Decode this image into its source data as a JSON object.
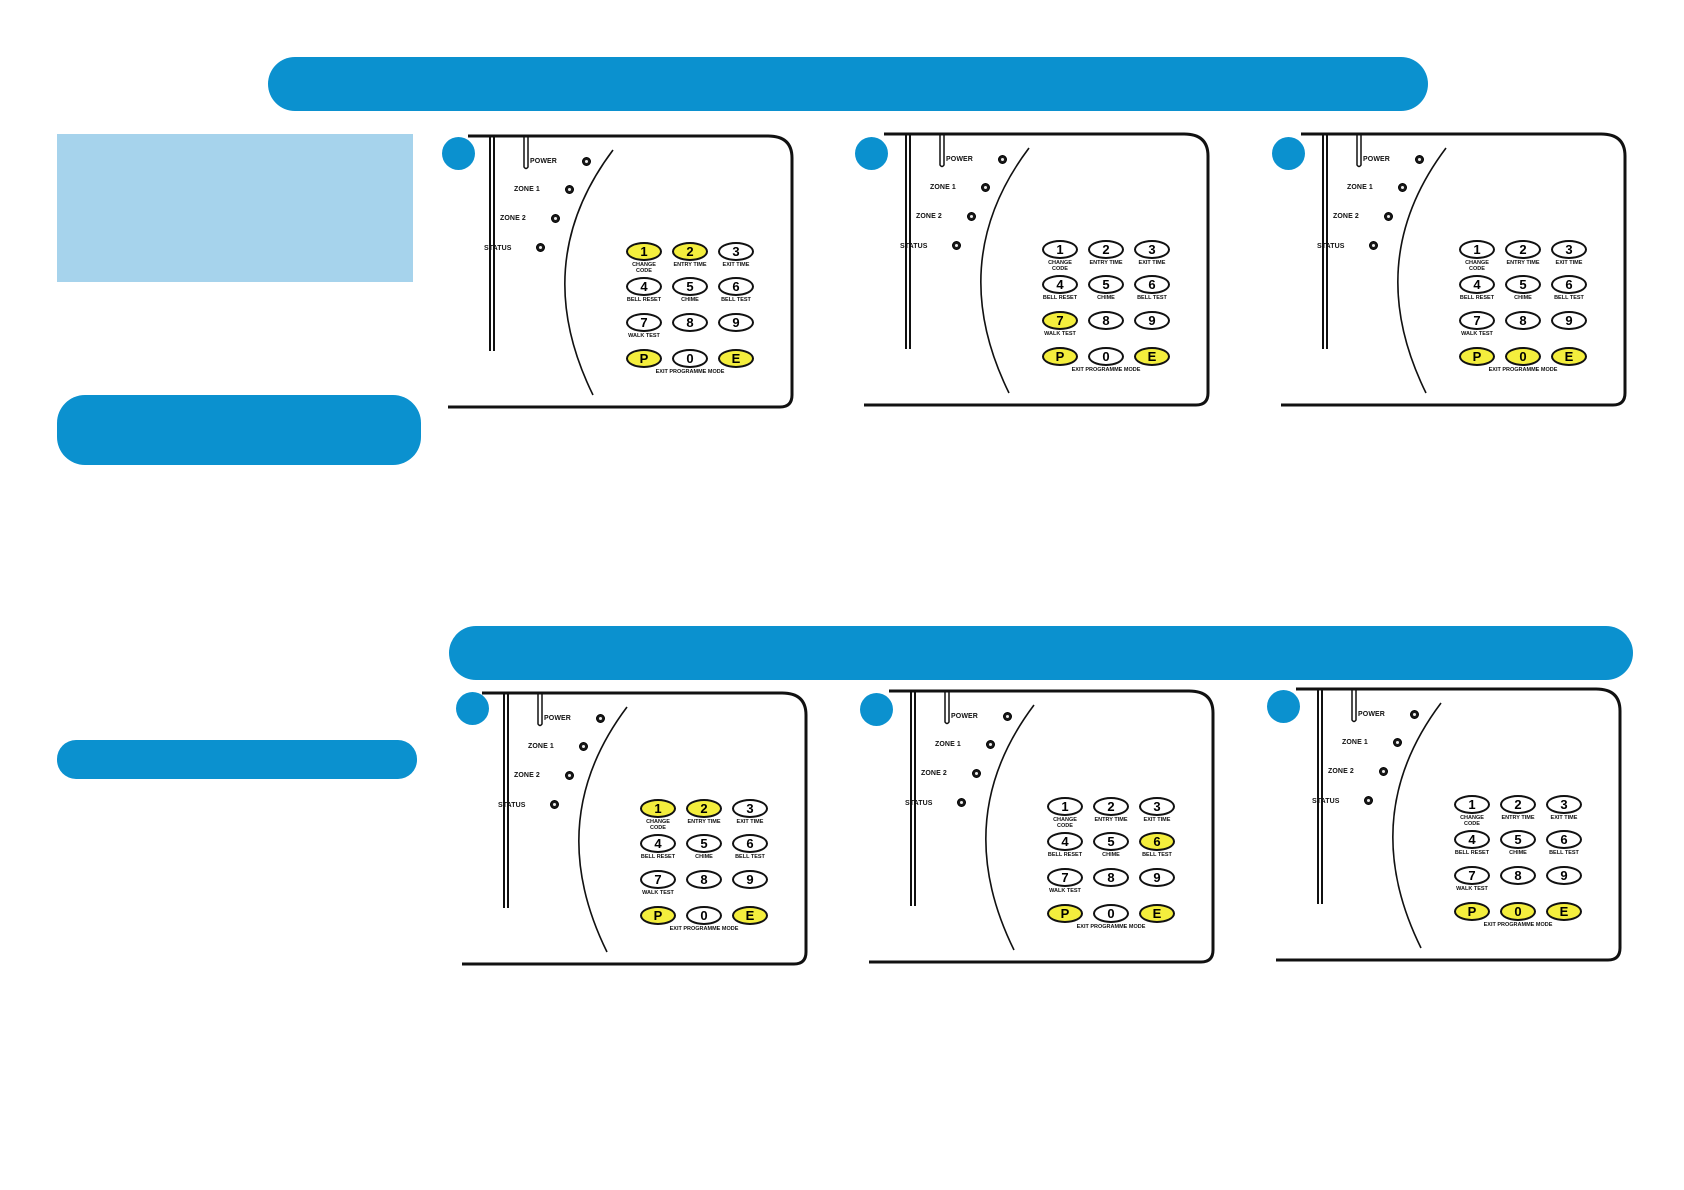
{
  "colors": {
    "banner": "#0b91cf",
    "light_box": "#a6d3ec",
    "highlight_key": "#f4ee3d"
  },
  "led_labels": [
    "POWER",
    "ZONE 1",
    "ZONE 2",
    "STATUS"
  ],
  "keys": [
    "1",
    "2",
    "3",
    "4",
    "5",
    "6",
    "7",
    "8",
    "9",
    "P",
    "0",
    "E"
  ],
  "key_labels": {
    "1": "CHANGE CODE",
    "2": "ENTRY TIME",
    "3": "EXIT TIME",
    "4": "BELL RESET",
    "5": "CHIME",
    "6": "BELL TEST",
    "7": "WALK TEST",
    "0": "EXIT PROGRAMME MODE"
  },
  "panels": [
    {
      "highlighted": [
        "1",
        "2",
        "P",
        "E"
      ]
    },
    {
      "highlighted": [
        "7",
        "P",
        "E"
      ]
    },
    {
      "highlighted": [
        "P",
        "0",
        "E"
      ]
    },
    {
      "highlighted": [
        "1",
        "2",
        "P",
        "E"
      ]
    },
    {
      "highlighted": [
        "6",
        "P",
        "E"
      ]
    },
    {
      "highlighted": [
        "P",
        "0",
        "E"
      ]
    }
  ]
}
